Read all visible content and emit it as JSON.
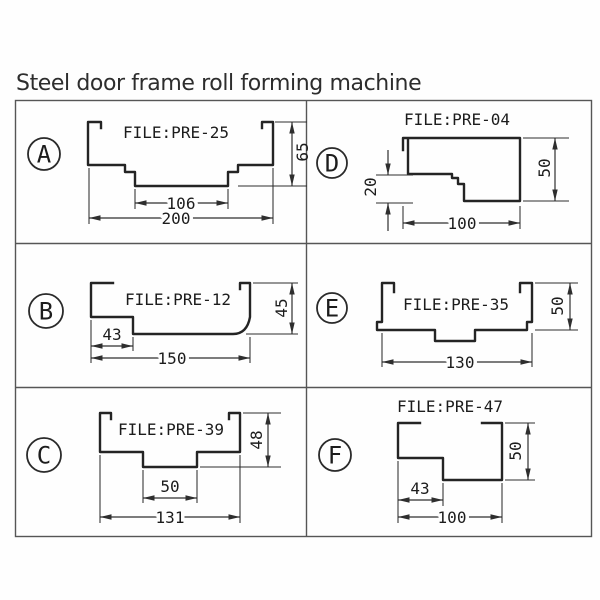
{
  "title": "Steel door frame roll forming machine",
  "panels": [
    {
      "label": "A",
      "file": "FILE:PRE-25",
      "dims": {
        "height": "65",
        "bottom_width": "106",
        "overall_width": "200"
      }
    },
    {
      "label": "B",
      "file": "FILE:PRE-12",
      "dims": {
        "flange": "43",
        "overall_width": "150",
        "height": "45"
      }
    },
    {
      "label": "C",
      "file": "FILE:PRE-39",
      "dims": {
        "height": "48",
        "recess_width": "50",
        "overall_width": "131"
      }
    },
    {
      "label": "D",
      "file": "FILE:PRE-04",
      "dims": {
        "web": "20",
        "height": "50",
        "overall_width": "100"
      }
    },
    {
      "label": "E",
      "file": "FILE:PRE-35",
      "dims": {
        "height": "50",
        "overall_width": "130"
      }
    },
    {
      "label": "F",
      "file": "FILE:PRE-47",
      "dims": {
        "height": "50",
        "flange": "43",
        "overall_width": "100"
      }
    }
  ]
}
